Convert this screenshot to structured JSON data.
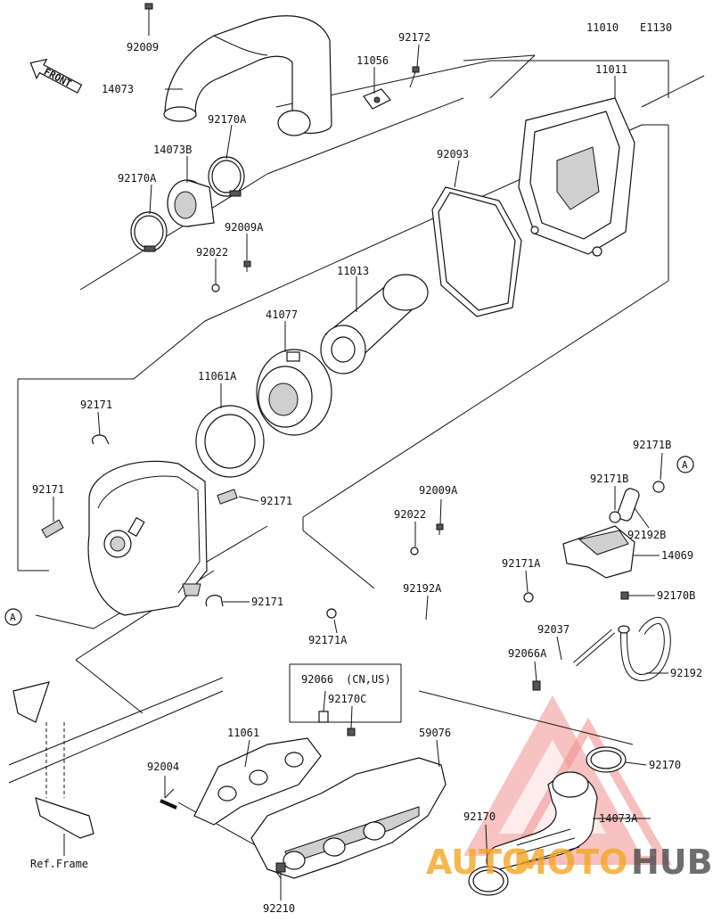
{
  "diagram": {
    "figure_code": "E1130",
    "front_label": "FRONT",
    "circle_marker": "A",
    "region_note": "(CN,US)",
    "ref_frame_label": "Ref.Frame",
    "watermark": {
      "part1": "AUTO",
      "part2": "MOTO",
      "part3": "HUB",
      "color_red": "#e53935",
      "color_orange": "#f5a623",
      "color_dark": "#4a4a4a"
    },
    "part_labels": [
      {
        "id": "p92009-top",
        "text": "92009"
      },
      {
        "id": "p14073",
        "text": "14073"
      },
      {
        "id": "p11056",
        "text": "11056"
      },
      {
        "id": "p92172",
        "text": "92172"
      },
      {
        "id": "p11010",
        "text": "11010"
      },
      {
        "id": "p11011",
        "text": "11011"
      },
      {
        "id": "p92170A-1",
        "text": "92170A"
      },
      {
        "id": "p14073B",
        "text": "14073B"
      },
      {
        "id": "p92170A-2",
        "text": "92170A"
      },
      {
        "id": "p92093",
        "text": "92093"
      },
      {
        "id": "p92009A-1",
        "text": "92009A"
      },
      {
        "id": "p92022-1",
        "text": "92022"
      },
      {
        "id": "p11013",
        "text": "11013"
      },
      {
        "id": "p41077",
        "text": "41077"
      },
      {
        "id": "p11061A",
        "text": "11061A"
      },
      {
        "id": "p92171-1",
        "text": "92171"
      },
      {
        "id": "p92171-2",
        "text": "92171"
      },
      {
        "id": "p92171-3",
        "text": "92171"
      },
      {
        "id": "p92171-4",
        "text": "92171"
      },
      {
        "id": "p92171B-1",
        "text": "92171B"
      },
      {
        "id": "p92171B-2",
        "text": "92171B"
      },
      {
        "id": "p92192B",
        "text": "92192B"
      },
      {
        "id": "p14069",
        "text": "14069"
      },
      {
        "id": "p92009A-2",
        "text": "92009A"
      },
      {
        "id": "p92022-2",
        "text": "92022"
      },
      {
        "id": "p92171A-1",
        "text": "92171A"
      },
      {
        "id": "p92192A",
        "text": "92192A"
      },
      {
        "id": "p92170B",
        "text": "92170B"
      },
      {
        "id": "p92037",
        "text": "92037"
      },
      {
        "id": "p92066A",
        "text": "92066A"
      },
      {
        "id": "p92192",
        "text": "92192"
      },
      {
        "id": "p92171A-2",
        "text": "92171A"
      },
      {
        "id": "p92066",
        "text": "92066"
      },
      {
        "id": "p92170C",
        "text": "92170C"
      },
      {
        "id": "p11061",
        "text": "11061"
      },
      {
        "id": "p59076",
        "text": "59076"
      },
      {
        "id": "p92004",
        "text": "92004"
      },
      {
        "id": "p92170-1",
        "text": "92170"
      },
      {
        "id": "p14073A",
        "text": "14073A"
      },
      {
        "id": "p92170-2",
        "text": "92170"
      },
      {
        "id": "p92210",
        "text": "92210"
      }
    ]
  }
}
